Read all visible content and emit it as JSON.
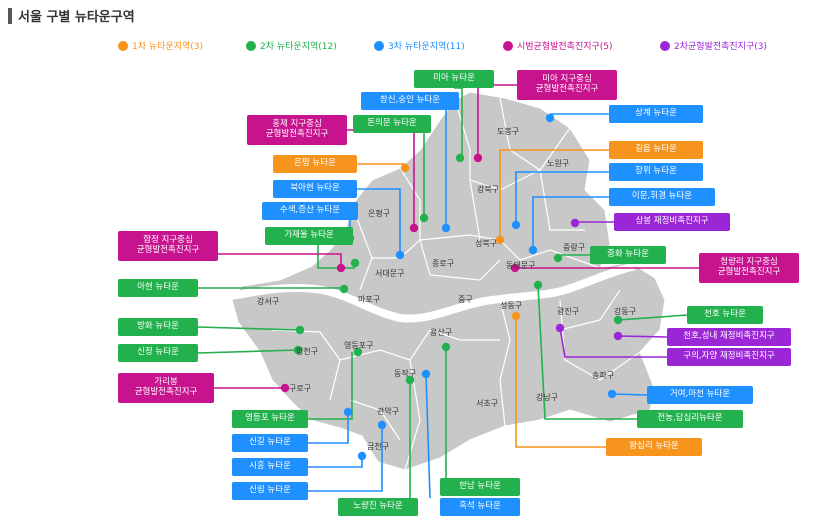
{
  "title": "서울 구별 뉴타운구역",
  "colors": {
    "first": "#f7941d",
    "second": "#22b14c",
    "third": "#1e90ff",
    "pilot": "#c8138f",
    "pilot2": "#9b26d6",
    "map_fill": "#c8c8c8",
    "river": "#ffffff"
  },
  "legend": [
    {
      "key": "first",
      "label": "1차 뉴타운지역(3)"
    },
    {
      "key": "second",
      "label": "2차 뉴타운지역(12)"
    },
    {
      "key": "third",
      "label": "3차 뉴타운지역(11)"
    },
    {
      "key": "pilot",
      "label": "시범균형발전촉진지구(5)"
    },
    {
      "key": "pilot2",
      "label": "2차균형발전촉진지구(3)"
    }
  ],
  "districts": [
    "도봉구",
    "노원구",
    "강북구",
    "성북구",
    "은평구",
    "종로구",
    "중랑구",
    "동대문구",
    "서대문구",
    "마포구",
    "중구",
    "성동구",
    "광진구",
    "강동구",
    "강서구",
    "용산구",
    "양천구",
    "영등포구",
    "구로구",
    "동작구",
    "서초구",
    "강남구",
    "송파구",
    "관악구",
    "금천구"
  ],
  "labels": [
    {
      "text": "미아 뉴타운",
      "type": "second"
    },
    {
      "text": "미아 지구중심\n균형발전촉진지구",
      "type": "pilot"
    },
    {
      "text": "창신,숭인 뉴타운",
      "type": "third"
    },
    {
      "text": "돈의문 뉴타운",
      "type": "second"
    },
    {
      "text": "상계 뉴타운",
      "type": "third"
    },
    {
      "text": "홍제 지구중심\n균형발전촉진지구",
      "type": "pilot"
    },
    {
      "text": "길음 뉴타운",
      "type": "first"
    },
    {
      "text": "은평 뉴타운",
      "type": "first"
    },
    {
      "text": "장위 뉴타운",
      "type": "third"
    },
    {
      "text": "북아현 뉴타운",
      "type": "third"
    },
    {
      "text": "이문,휘경 뉴타운",
      "type": "third"
    },
    {
      "text": "수색,증산 뉴타운",
      "type": "third"
    },
    {
      "text": "상봉 재정비촉진지구",
      "type": "pilot2"
    },
    {
      "text": "가재울 뉴타운",
      "type": "second"
    },
    {
      "text": "합정 지구중심\n균형발전촉진지구",
      "type": "pilot"
    },
    {
      "text": "중화 뉴타운",
      "type": "second"
    },
    {
      "text": "청량리 지구중심\n균형발전촉진지구",
      "type": "pilot"
    },
    {
      "text": "아현 뉴타운",
      "type": "second"
    },
    {
      "text": "천호 뉴타운",
      "type": "second"
    },
    {
      "text": "방화 뉴타운",
      "type": "second"
    },
    {
      "text": "천호,성내 재정비촉진지구",
      "type": "pilot2"
    },
    {
      "text": "신정 뉴타운",
      "type": "second"
    },
    {
      "text": "구의,자양 재정비촉진지구",
      "type": "pilot2"
    },
    {
      "text": "가리봉\n균형발전촉진지구",
      "type": "pilot"
    },
    {
      "text": "거여,마천 뉴타운",
      "type": "third"
    },
    {
      "text": "영등포 뉴타운",
      "type": "second"
    },
    {
      "text": "전농,답십리뉴타운",
      "type": "second"
    },
    {
      "text": "신길 뉴타운",
      "type": "third"
    },
    {
      "text": "왕십리 뉴타운",
      "type": "first"
    },
    {
      "text": "시흥 뉴타운",
      "type": "third"
    },
    {
      "text": "한남 뉴타운",
      "type": "second"
    },
    {
      "text": "신림 뉴타운",
      "type": "third"
    },
    {
      "text": "노량진 뉴타운",
      "type": "second"
    },
    {
      "text": "흑석 뉴타운",
      "type": "third"
    }
  ]
}
